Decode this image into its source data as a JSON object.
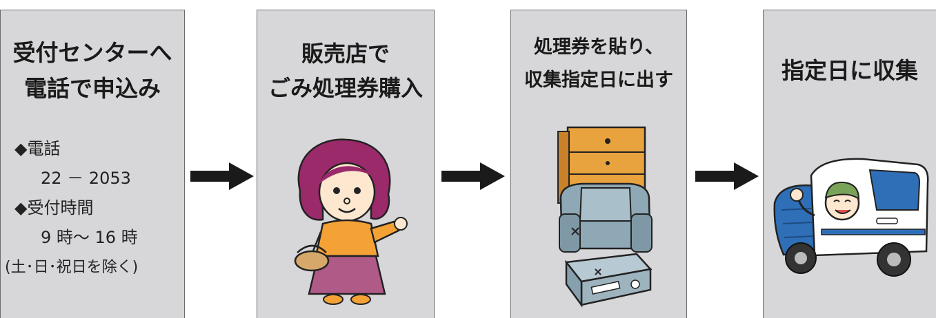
{
  "steps": [
    {
      "title": "受付センターへ\n電話で申込み",
      "info": [
        "◆電話",
        "22 － 2053",
        "◆受付時間",
        "9 時～ 16 時",
        "(土･日･祝日を除く)"
      ]
    },
    {
      "title": "販売店で\nごみ処理券購入"
    },
    {
      "title": "処理券を貼り、\n収集指定日に出す"
    },
    {
      "title": "指定日に収集"
    }
  ],
  "colors": {
    "panel": "#d7d7d9",
    "border": "#6b6b6b",
    "arrow": "#1a1a1a"
  },
  "icons": [
    "right-arrow-icon",
    "woman-shopper-illustration",
    "bulky-waste-illustration",
    "garbage-truck-illustration"
  ]
}
